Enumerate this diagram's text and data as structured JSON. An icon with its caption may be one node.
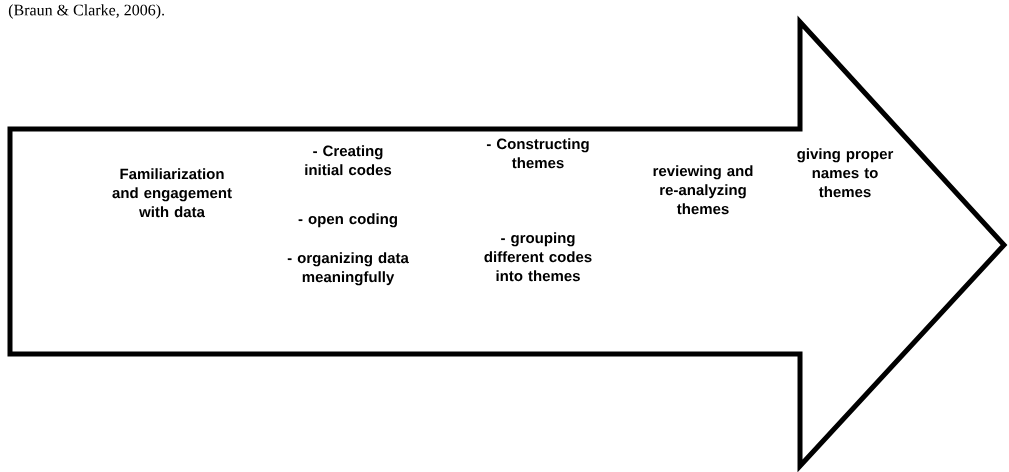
{
  "diagram": {
    "nodes": [
      {
        "text": [
          "Familiarization and engagement with data",
          "- Creating initial codes",
          "- open coding",
          "- organizing data meaningfully",
          "- Constructing themes",
          "- grouping different codes into themes",
          "reviewing and re-analyzing themes",
          "giving proper names to themes"
        ]
      }
    ],
    "labels": [
      "(Braun & Clarke, 2006)."
    ]
  }
}
